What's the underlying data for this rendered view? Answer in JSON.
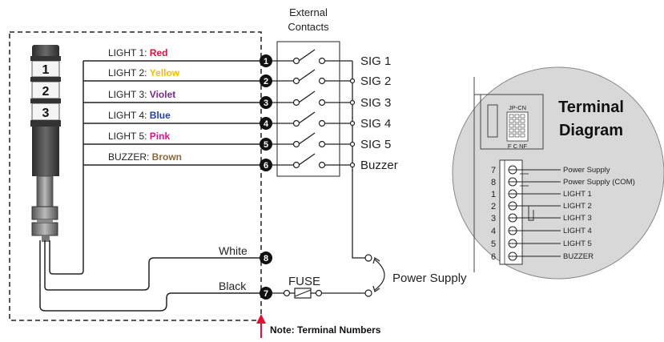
{
  "external_contacts": {
    "line1": "External",
    "line2": "Contacts"
  },
  "tower_tiers": [
    "1",
    "2",
    "3"
  ],
  "lights": [
    {
      "prefix": "LIGHT 1: ",
      "color_name": "Red",
      "hex": "#e0103a",
      "terminal": "1",
      "sig": "SIG 1"
    },
    {
      "prefix": "LIGHT 2: ",
      "color_name": "Yellow",
      "hex": "#f2c200",
      "terminal": "2",
      "sig": "SIG 2"
    },
    {
      "prefix": "LIGHT 3: ",
      "color_name": "Violet",
      "hex": "#7a2a8a",
      "terminal": "3",
      "sig": "SIG 3"
    },
    {
      "prefix": "LIGHT 4: ",
      "color_name": "Blue",
      "hex": "#2540a8",
      "terminal": "4",
      "sig": "SIG 4"
    },
    {
      "prefix": "LIGHT 5: ",
      "color_name": "Pink",
      "hex": "#e0148a",
      "terminal": "5",
      "sig": "SIG 5"
    },
    {
      "prefix": "BUZZER: ",
      "color_name": "Brown",
      "hex": "#8a6a3a",
      "terminal": "6",
      "sig": "Buzzer"
    }
  ],
  "power": {
    "white_label": "White",
    "white_terminal": "8",
    "black_label": "Black",
    "black_terminal": "7",
    "fuse_label": "FUSE",
    "supply_label": "Power Supply"
  },
  "note": "Note: Terminal Numbers",
  "terminal_diagram": {
    "title_line1": "Terminal",
    "title_line2": "Diagram",
    "jumper_label": "JP-CN",
    "jumper_pins": "F C NF",
    "rows": [
      {
        "num": "7",
        "label": "Power Supply"
      },
      {
        "num": "8",
        "label": "Power Supply (COM)"
      },
      {
        "num": "1",
        "label": "LIGHT 1"
      },
      {
        "num": "2",
        "label": "LIGHT 2"
      },
      {
        "num": "3",
        "label": "LIGHT 3"
      },
      {
        "num": "4",
        "label": "LIGHT 4"
      },
      {
        "num": "5",
        "label": "LIGHT 5"
      },
      {
        "num": "6",
        "label": "BUZZER"
      }
    ]
  }
}
